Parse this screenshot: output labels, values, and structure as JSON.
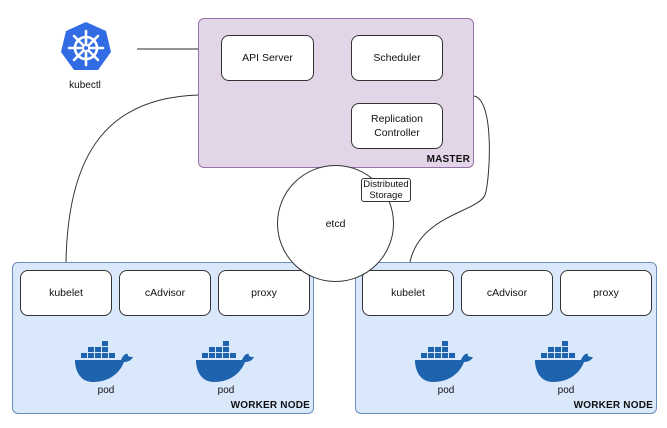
{
  "kubectl": {
    "label": "kubectl",
    "icon": "kubernetes-helm-icon",
    "color": "#326ce5"
  },
  "master": {
    "label": "MASTER",
    "components": {
      "api_server": "API Server",
      "scheduler": "Scheduler",
      "replication_controller_line1": "Replication",
      "replication_controller_line2": "Controller"
    }
  },
  "etcd": {
    "label": "etcd",
    "note_line1": "Distributed",
    "note_line2": "Storage"
  },
  "worker_nodes": [
    {
      "label": "WORKER NODE",
      "components": [
        "kubelet",
        "cAdvisor",
        "proxy"
      ],
      "pods": [
        "pod",
        "pod"
      ]
    },
    {
      "label": "WORKER NODE",
      "components": [
        "kubelet",
        "cAdvisor",
        "proxy"
      ],
      "pods": [
        "pod",
        "pod"
      ]
    }
  ],
  "colors": {
    "master_fill": "#e1d5e7",
    "worker_fill": "#dae8fc",
    "docker_blue": "#1d63ad"
  }
}
